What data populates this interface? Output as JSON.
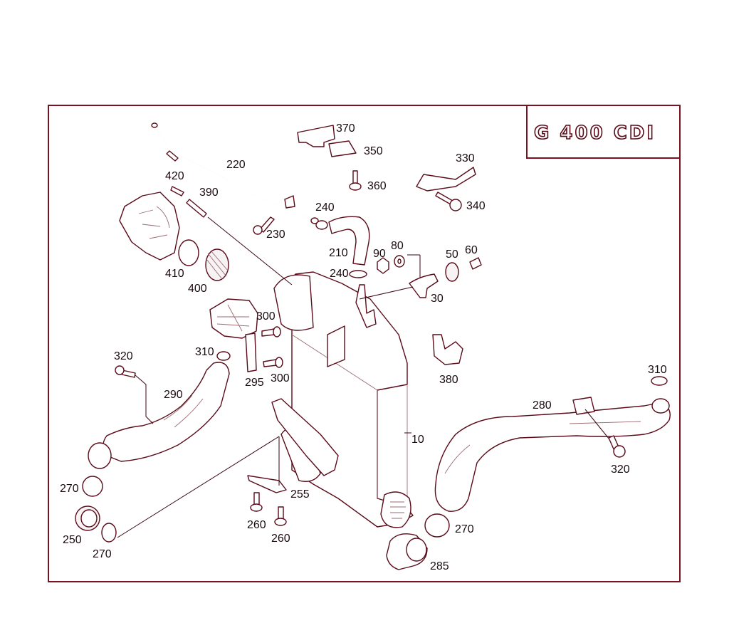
{
  "title": "G 400 CDI",
  "callouts": {
    "c10": "10",
    "c30": "30",
    "c50": "50",
    "c60": "60",
    "c80": "80",
    "c90": "90",
    "c210": "210",
    "c220": "220",
    "c230": "230",
    "c240a": "240",
    "c240b": "240",
    "c250": "250",
    "c255": "255",
    "c260a": "260",
    "c260b": "260",
    "c270a": "270",
    "c270b": "270",
    "c270c": "270",
    "c280": "280",
    "c285": "285",
    "c290": "290",
    "c295": "295",
    "c300a": "300",
    "c300b": "300",
    "c310a": "310",
    "c310b": "310",
    "c320a": "320",
    "c320b": "320",
    "c330": "330",
    "c340": "340",
    "c350": "350",
    "c360": "360",
    "c370": "370",
    "c380": "380",
    "c390": "390",
    "c400": "400",
    "c410": "410",
    "c420": "420"
  },
  "colors": {
    "frame": "#7a1020",
    "line": "#5a0a18",
    "text": "#1a0a0e"
  }
}
